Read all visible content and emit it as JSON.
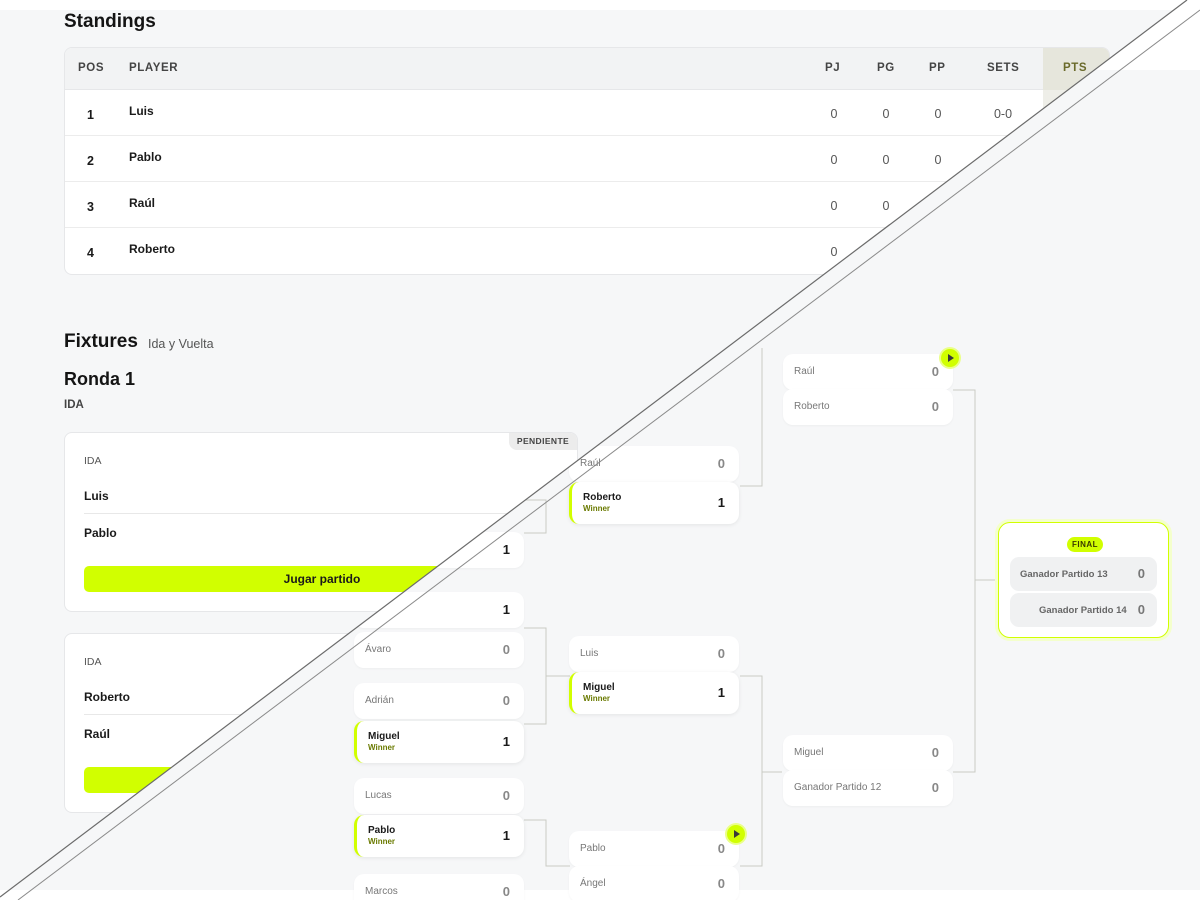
{
  "standings": {
    "title": "Standings",
    "headers": {
      "pos": "POS",
      "player": "PLAYER",
      "pj": "PJ",
      "pg": "PG",
      "pp": "PP",
      "sets": "SETS",
      "pts": "PTS"
    },
    "rows": [
      {
        "pos": "1",
        "player": "Luis",
        "pj": "0",
        "pg": "0",
        "pp": "0",
        "sets": "0-0"
      },
      {
        "pos": "2",
        "player": "Pablo",
        "pj": "0",
        "pg": "0",
        "pp": "0"
      },
      {
        "pos": "3",
        "player": "Raúl",
        "pj": "0",
        "pg": "0"
      },
      {
        "pos": "4",
        "player": "Roberto",
        "pj": "0"
      }
    ]
  },
  "fixtures": {
    "title": "Fixtures",
    "subtitle": "Ida y Vuelta",
    "round_title": "Ronda 1",
    "round_leg": "IDA",
    "matches": [
      {
        "leg": "IDA",
        "player1": "Luis",
        "player2": "Pablo",
        "button": "Jugar partido",
        "status": "PENDIENTE"
      },
      {
        "leg": "IDA",
        "player1": "Roberto",
        "player2": "Raúl"
      }
    ]
  },
  "bracket": {
    "round1": [
      {
        "name": "",
        "score": "1"
      },
      {
        "name": "",
        "score": "1"
      },
      {
        "name": "Ávaro",
        "score": "0"
      },
      {
        "name": "Adrián",
        "score": "0"
      },
      {
        "name": "Miguel",
        "score": "1",
        "tag": "Winner"
      },
      {
        "name": "Lucas",
        "score": "0"
      },
      {
        "name": "Pablo",
        "score": "1",
        "tag": "Winner"
      },
      {
        "name": "Marcos",
        "score": "0"
      }
    ],
    "round2": [
      {
        "name": "Raúl",
        "score": "0"
      },
      {
        "name": "Roberto",
        "score": "1",
        "tag": "Winner"
      },
      {
        "name": "Luis",
        "score": "0"
      },
      {
        "name": "Miguel",
        "score": "1",
        "tag": "Winner"
      },
      {
        "name": "Pablo",
        "score": "0"
      },
      {
        "name": "Ángel",
        "score": "0"
      }
    ],
    "round3": [
      {
        "name": "Raúl",
        "score": "0"
      },
      {
        "name": "Roberto",
        "score": "0"
      },
      {
        "name": "Miguel",
        "score": "0"
      },
      {
        "name": "Ganador Partido 12",
        "score": "0"
      }
    ],
    "final": {
      "label": "FINAL",
      "slot1": {
        "name": "Ganador Partido 13",
        "score": "0"
      },
      "slot2": {
        "name": "Ganador Partido 14",
        "score": "0"
      }
    }
  },
  "colors": {
    "accent": "#d1ff00",
    "background": "#f6f7f8"
  }
}
